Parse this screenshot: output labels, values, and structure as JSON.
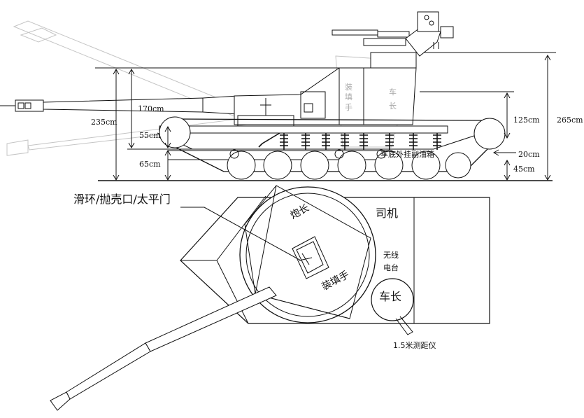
{
  "side_view": {
    "dimensions": {
      "total_height": "235cm",
      "gun_height": "170cm",
      "track_top": "55cm",
      "hull_height": "65cm",
      "turret_ring": "125cm",
      "mg_height": "265cm",
      "road_wheel": "20cm",
      "ground_clearance": "45cm"
    },
    "labels": {
      "underbelly_box": "车底外挂副油箱",
      "ghost_loader": "装填手",
      "ghost_commander": "车长"
    }
  },
  "top_view": {
    "labels": {
      "hatch_callout": "滑环/抛壳口/太平门",
      "gunner": "炮长",
      "driver": "司机",
      "loader": "装填手",
      "radio": "无线\n电台",
      "commander": "车长",
      "rangefinder": "1.5米测距仪"
    }
  },
  "colors": {
    "line": "#111111",
    "ghost": "#b8b8b8",
    "background": "#ffffff"
  }
}
